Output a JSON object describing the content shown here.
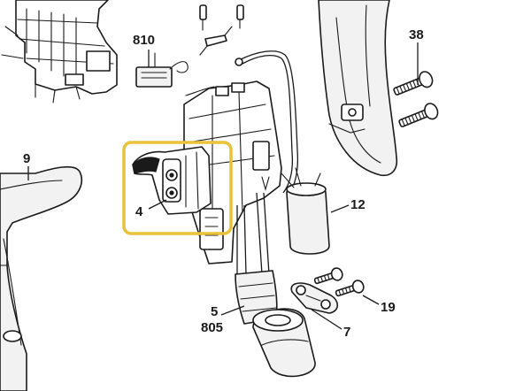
{
  "diagram": {
    "callouts": [
      {
        "id": "810",
        "label": "810"
      },
      {
        "id": "38",
        "label": "38"
      },
      {
        "id": "9",
        "label": "9"
      },
      {
        "id": "4",
        "label": "4"
      },
      {
        "id": "12",
        "label": "12"
      },
      {
        "id": "5",
        "label": "5"
      },
      {
        "id": "805",
        "label": "805"
      },
      {
        "id": "7",
        "label": "7"
      },
      {
        "id": "19",
        "label": "19"
      }
    ],
    "highlight_color": "#e8c23a",
    "line_color": "#1a1a1a"
  }
}
